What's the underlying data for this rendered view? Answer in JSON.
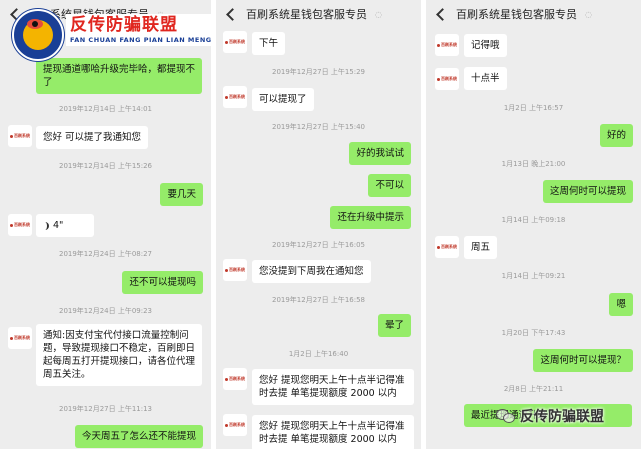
{
  "chat_title": "百刷系统星钱包客服专员",
  "avatar_label": "百刷系统",
  "brand": {
    "cn": "反传防骗联盟",
    "en": "FAN CHUAN FANG PIAN LIAN MENG"
  },
  "watermark": "反传防骗联盟",
  "panel1": {
    "title_partial": "系统星钱包客服专员",
    "m1": "提现通道哪哈升级完毕哈，都提现不了",
    "t1": "2019年12月14日 上午14:01",
    "m2": "您好 可以提了我通知您",
    "t2": "2019年12月14日 上午15:26",
    "m3": "要几天",
    "voice": "4\"",
    "t3": "2019年12月24日 上午08:27",
    "m4": "还不可以提现吗",
    "t4": "2019年12月24日 上午09:23",
    "m5": "通知:因支付宝代付接口流量控制问题，导致提现接口不稳定，百刷即日起每周五打开提现接口，请各位代理周五关注。",
    "t5": "2019年12月27日 上午11:13",
    "m6": "今天周五了怎么还不能提现"
  },
  "panel2": {
    "m1": "下午",
    "t1": "2019年12月27日 上午15:29",
    "m2": "可以提现了",
    "t2": "2019年12月27日 上午15:40",
    "m3": "好的我试试",
    "m4": "不可以",
    "m5": "还在升级中提示",
    "t3": "2019年12月27日 上午16:05",
    "m6": "您没提到下周我在通知您",
    "t4": "2019年12月27日 上午16:58",
    "m7": "晕了",
    "t5": "1月2日 上午16:40",
    "m8": "您好 提现您明天上午十点半记得准时去提 单笔提现额度 2000 以内",
    "m9": "您好 提现您明天上午十点半记得准时去提 单笔提现额度 2000 以内"
  },
  "panel3": {
    "m1": "记得哦",
    "m2": "十点半",
    "t1": "1月2日 上午16:57",
    "m3": "好的",
    "t2": "1月13日 晚上21:00",
    "m4": "这周何时可以提现",
    "t3": "1月14日 上午09:18",
    "m5": "周五",
    "t4": "1月14日 上午09:21",
    "m6": "嗯",
    "t5": "1月20日 下午17:43",
    "m7": "这周何时可以提现？",
    "t6": "2月8日 上午21:11",
    "m8": "最近提现通道升级了"
  }
}
